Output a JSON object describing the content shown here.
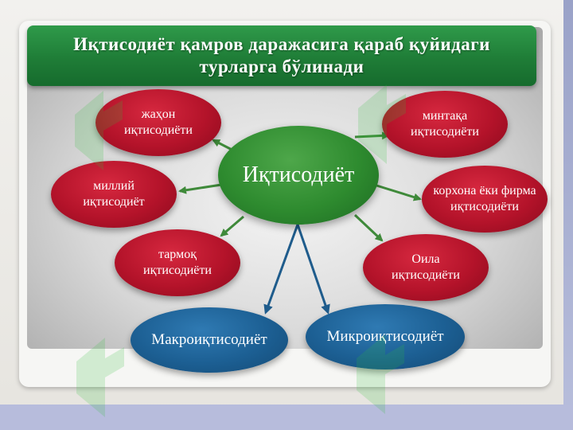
{
  "title": "Иқтисодиёт қамров даражасига қараб қуйидаги\nтурларга бўлинади",
  "center": "Иқтисодиёт",
  "nodes": {
    "world": "жаҳон\nиқтисодиёти",
    "regional": "минтақа\nиқтисодиёти",
    "national": "миллий\nиқтисодиёт",
    "firm": "корхона ёки фирма\nиқтисодиёти",
    "sector": "тармоқ\nиқтисодиёти",
    "family": "Оила\nиқтисодиёти",
    "macro": "Макроиқтисодиёт",
    "micro": "Микроиқтисодиёт"
  },
  "colors": {
    "title_green": "#1f7d37",
    "center_green": "#2e8b2f",
    "node_red": "#b4132a",
    "node_blue": "#1c5f93",
    "arrow_green": "#3f8a3a",
    "arrow_blue": "#1f5c8c"
  }
}
